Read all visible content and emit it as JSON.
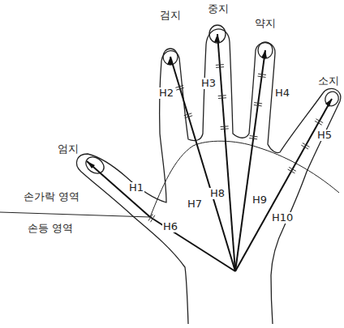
{
  "diagram": {
    "labels": [
      "검지",
      "중지",
      "약지",
      "소지",
      "엄지",
      "H2",
      "H3",
      "H4",
      "H5",
      "H1",
      "H8",
      "H7",
      "H9",
      "H10",
      "H6",
      "손가락 영역",
      "손등 영역"
    ]
  }
}
